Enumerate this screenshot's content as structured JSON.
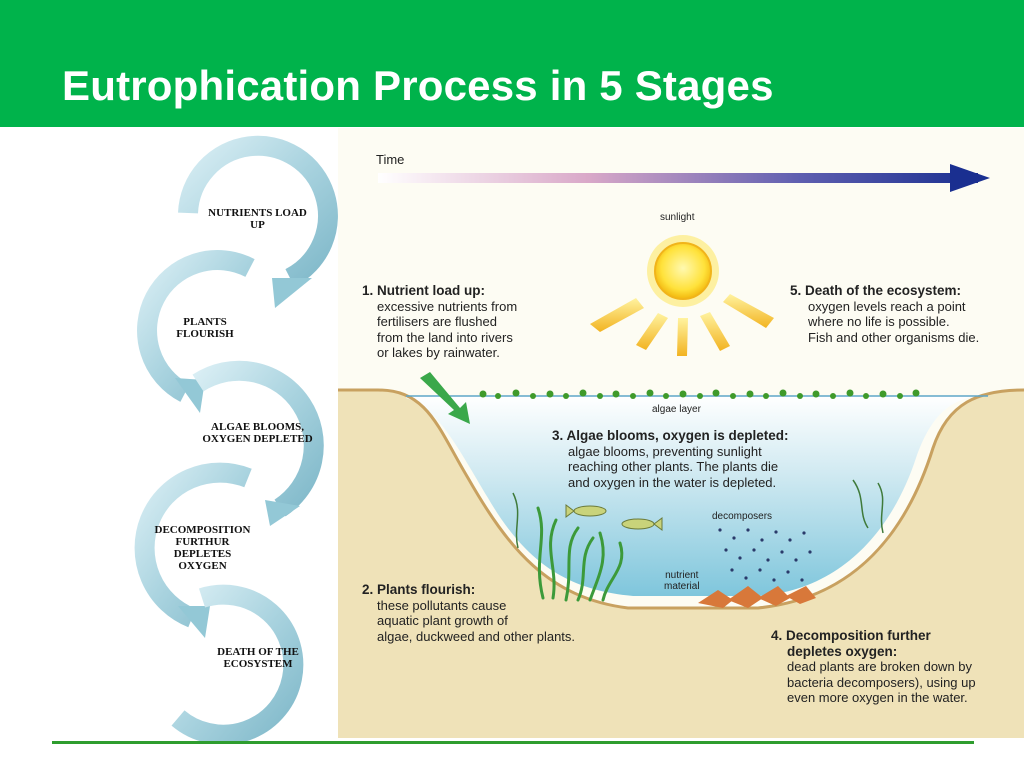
{
  "slide": {
    "title": "Eutrophication Process in 5 Stages",
    "accent_color": "#00b34b"
  },
  "cycle": {
    "stages": [
      "NUTRIENTS LOAD UP",
      "PLANTS FLOURISH",
      "ALGAE BLOOMS, OXYGEN DEPLETED",
      "DECOMPOSITION FURTHUR DEPLETES OXYGEN",
      "DEATH OF THE ECOSYSTEM"
    ]
  },
  "illustration": {
    "time_label": "Time",
    "sunlight_label": "sunlight",
    "algae_layer_label": "algae layer",
    "decomposers_label": "decomposers",
    "nutrient_label_1": "nutrient",
    "nutrient_label_2": "material",
    "step1": {
      "title": "1. Nutrient load up:",
      "lines": [
        "excessive nutrients from",
        "fertilisers are flushed",
        "from the land into rivers",
        "or lakes by rainwater."
      ]
    },
    "step2": {
      "title": "2. Plants flourish:",
      "lines": [
        "these pollutants cause",
        "aquatic plant growth of",
        "algae, duckweed and other plants."
      ]
    },
    "step3": {
      "title": "3. Algae blooms, oxygen is depleted:",
      "lines": [
        "algae blooms, preventing sunlight",
        "reaching other plants. The plants die",
        "and oxygen in the water is depleted."
      ]
    },
    "step4": {
      "title": "4. Decomposition further",
      "title2": "depletes oxygen:",
      "lines": [
        "dead plants are broken down by",
        "bacteria decomposers), using up",
        "even more oxygen in the water."
      ]
    },
    "step5": {
      "title": "5. Death of the ecosystem:",
      "lines": [
        "oxygen levels reach a point",
        "where no life is possible.",
        "Fish and other organisms die."
      ]
    }
  }
}
